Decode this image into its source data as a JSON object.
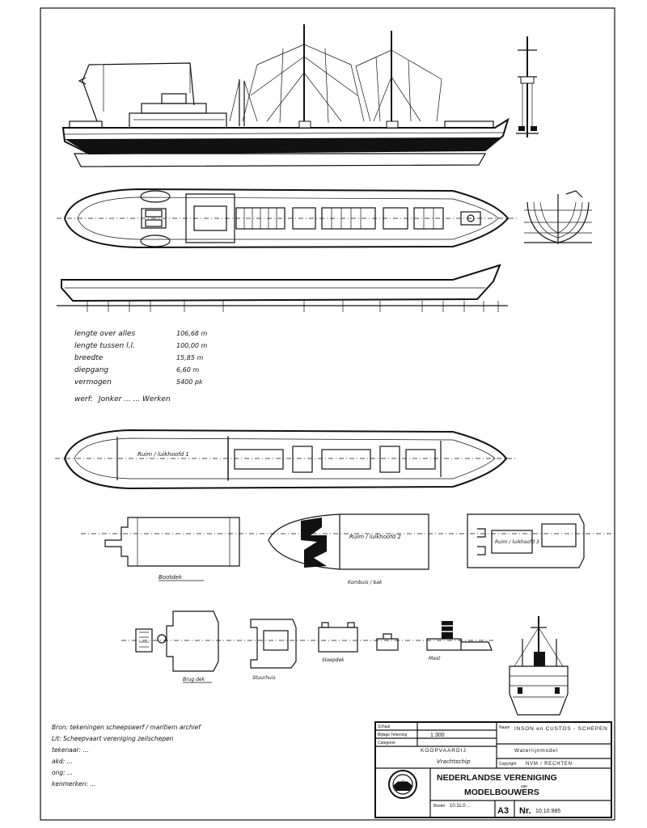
{
  "specs": {
    "rows": [
      {
        "label": "lengte over alles",
        "value": "106,68 m"
      },
      {
        "label": "lengte tussen l.l.",
        "value": "100,00 m"
      },
      {
        "label": "breedte",
        "value": "15,85 m"
      },
      {
        "label": "diepgang",
        "value": "6,60 m"
      },
      {
        "label": "vermogen",
        "value": "5400 pk"
      }
    ],
    "werf_label": "werf:",
    "werf_value": "Jonker ... ... Werken"
  },
  "annotations": {
    "hold_1": "Ruim / luikhoofd 1",
    "hold_2": "Ruim / luikhoofd 2",
    "hold_3": "Ruim / luikhoofd 3",
    "deck_a": "Bootdek",
    "deck_b": "Brug dek",
    "deck_c": "Stuurhuis",
    "sec_label": "Sloepdek",
    "fwd_label": "Kombuis / bak",
    "mast_label": "Mast"
  },
  "notes": [
    "Bron: tekeningen scheepswerf / maritiem archief",
    "Lit: Scheepvaart vereniging zeilschepen",
    "tekenaar: ...",
    "akd: ...",
    "ong: ...",
    "kenmerken: ..."
  ],
  "title_block": {
    "label_schaal": "Schaal",
    "label_tekening": "Bijlage Tekening",
    "value_schaal": "1:300",
    "label_categorie": "Categorie",
    "value_categorie": "KOOPVAARDIJ",
    "value_type": "Vrachtschip",
    "label_naam": "Naam",
    "value_naam": "INSON en CUSTOS - SCHEPEN",
    "value_sub": "Waterlijnmodel",
    "label_copyright": "Copyright",
    "value_copyright": "NVM / RECHTEN",
    "org_line1": "NEDERLANDSE VERENIGING",
    "org_line2": "MODELBOUWERS",
    "org_connector": "van",
    "label_bestel": "Bestel",
    "value_bestel": "10.11.0 ...",
    "format": "A3",
    "label_nr": "Nr.",
    "value_nr": "10.10.985"
  }
}
